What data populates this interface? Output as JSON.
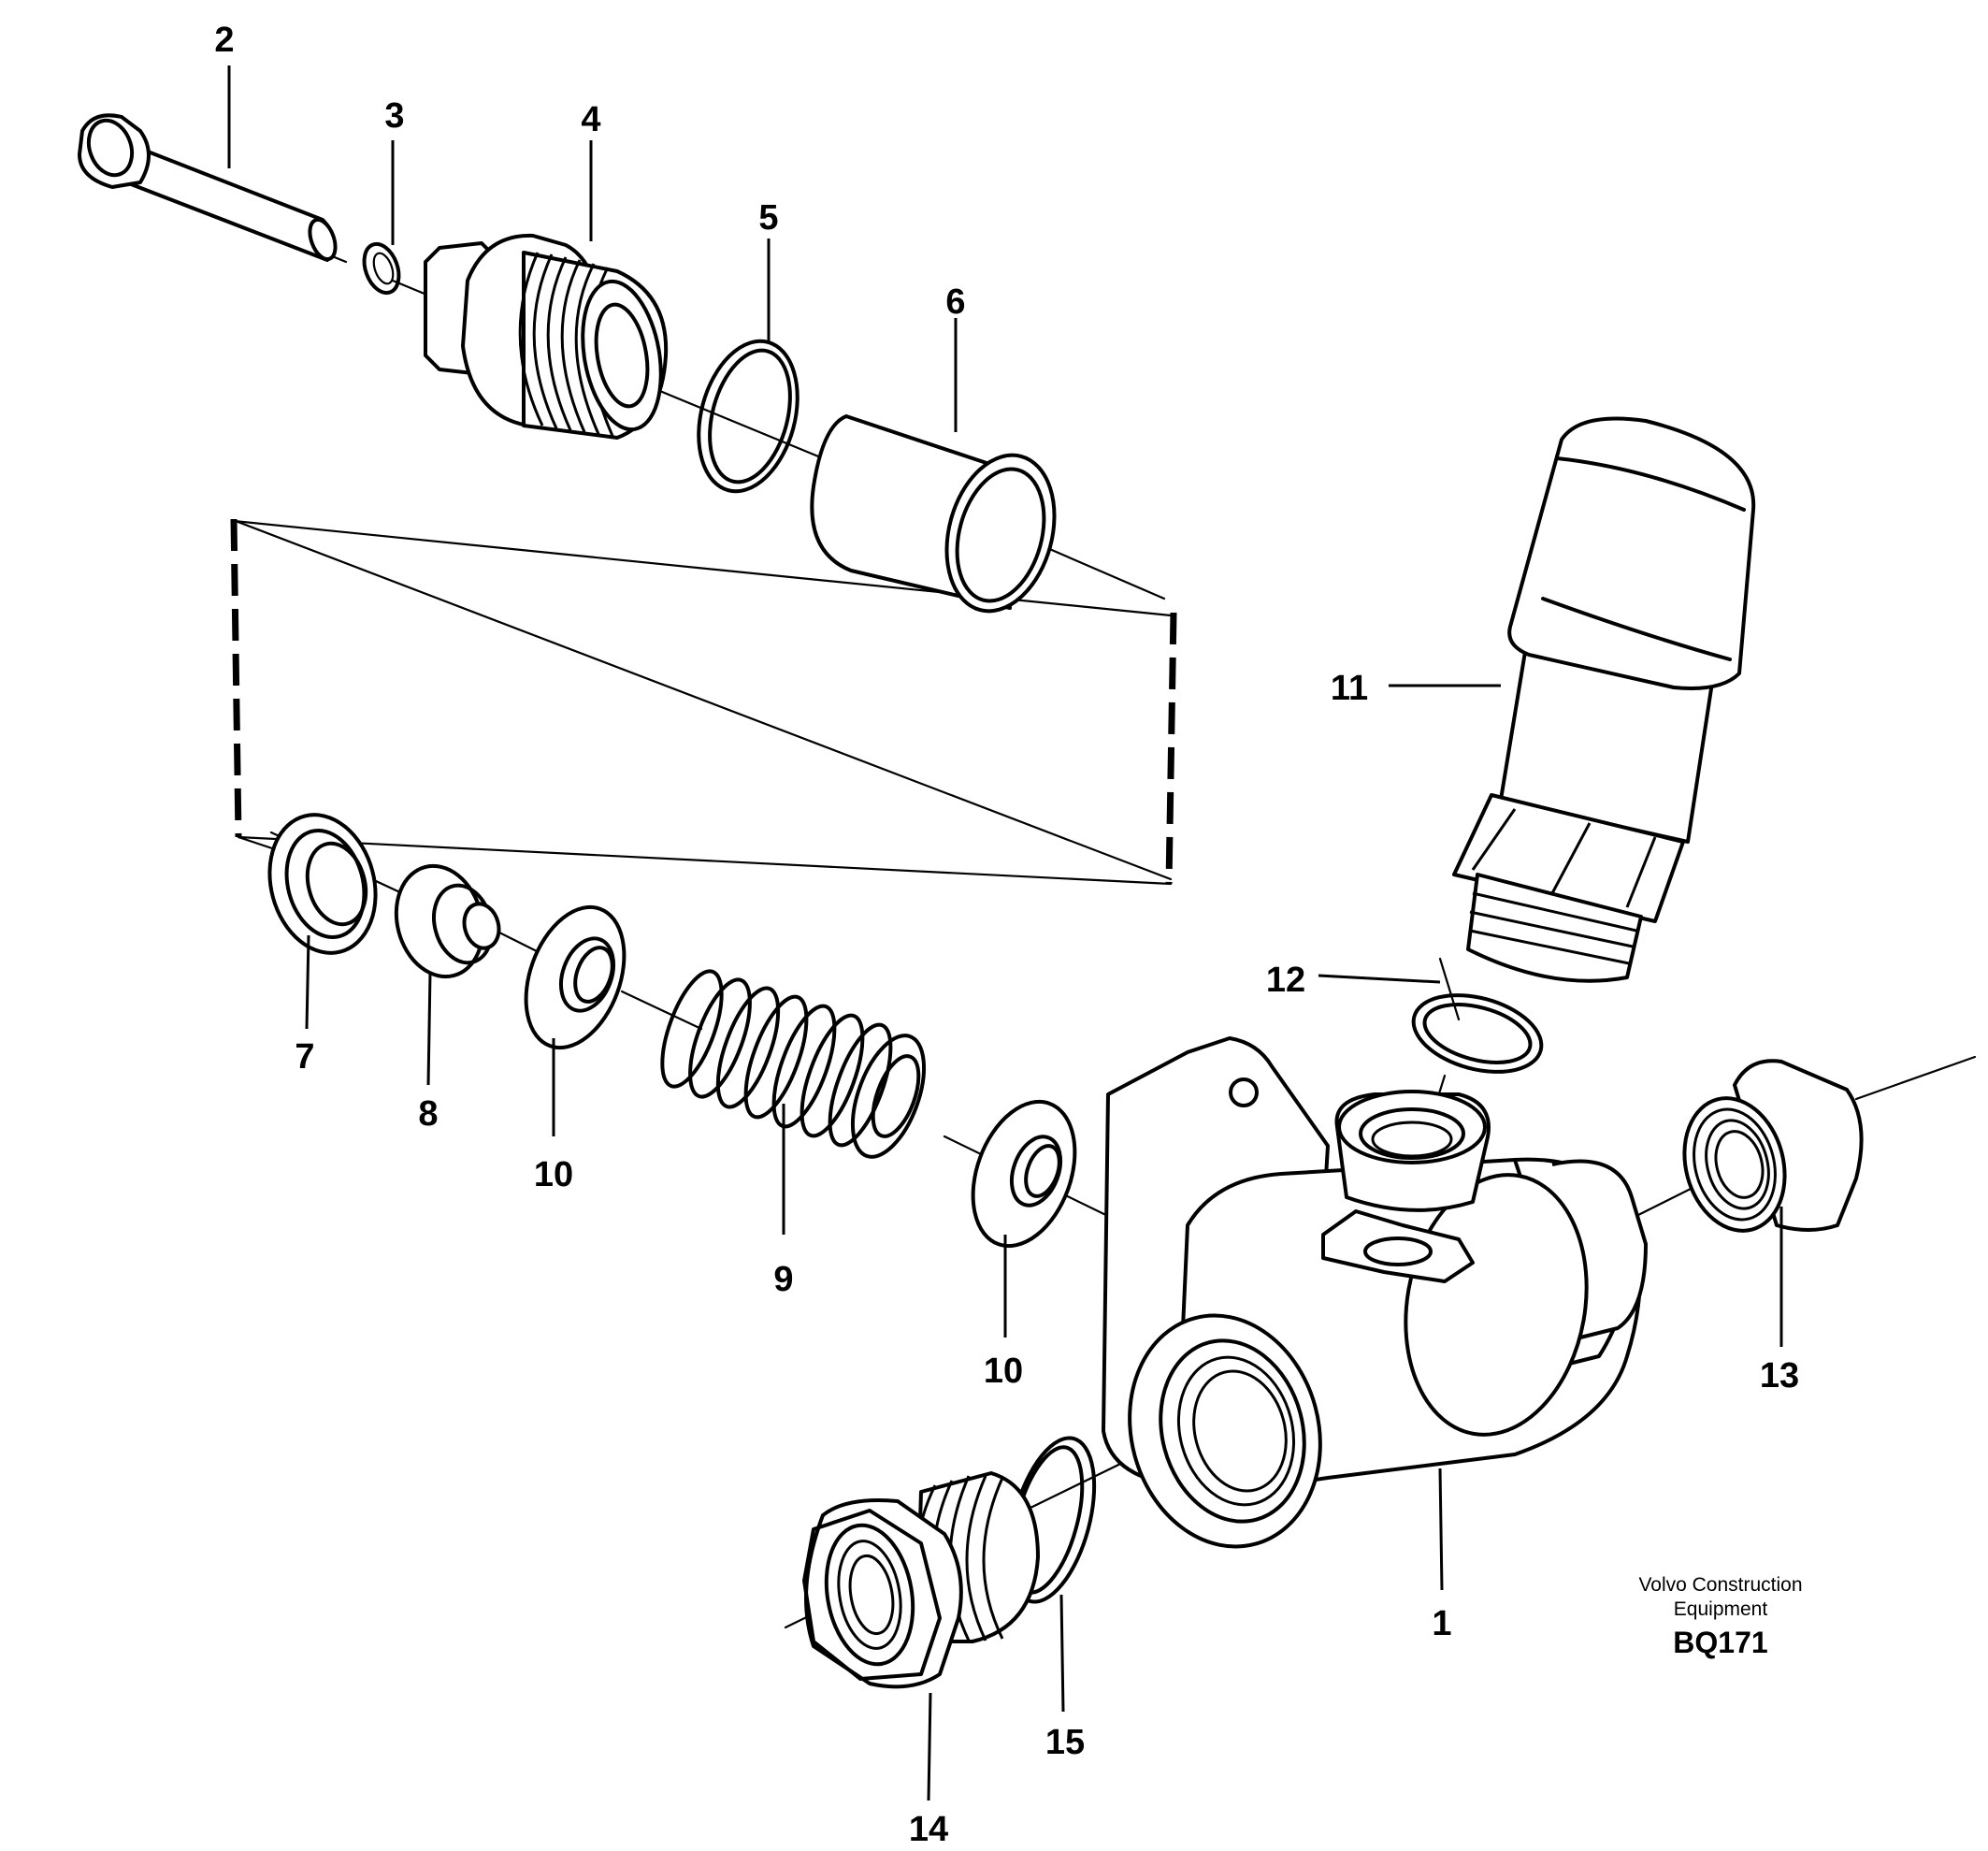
{
  "diagram": {
    "labels": {
      "part_1": "1",
      "part_2": "2",
      "part_3": "3",
      "part_4": "4",
      "part_5": "5",
      "part_6": "6",
      "part_7": "7",
      "part_8": "8",
      "part_9": "9",
      "part_10a": "10",
      "part_10b": "10",
      "part_11": "11",
      "part_12": "12",
      "part_13": "13",
      "part_14": "14",
      "part_15": "15"
    },
    "caption": {
      "brand_line1": "Volvo Construction",
      "brand_line2": "Equipment",
      "code": "BQ171"
    }
  }
}
